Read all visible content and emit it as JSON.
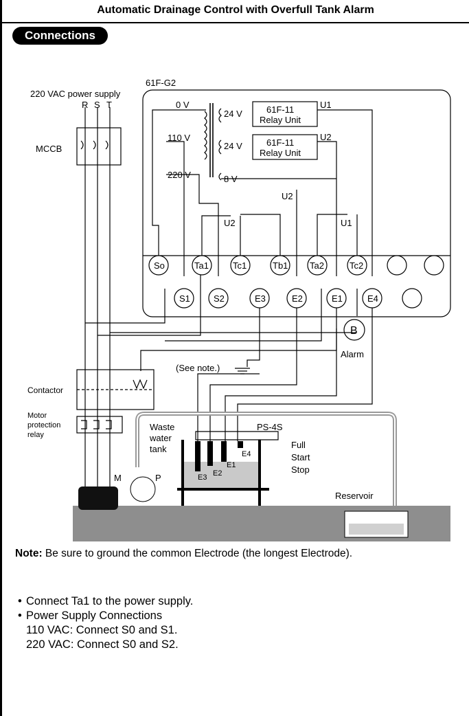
{
  "title": "Automatic Drainage Control with Overfull Tank Alarm",
  "section_badge": "Connections",
  "diagram": {
    "unit_model": "61F-G2",
    "power_supply_label": "220 VAC power supply",
    "phases": [
      "R",
      "S",
      "T"
    ],
    "mccb_label": "MCCB",
    "transformer_taps": [
      "0 V",
      "110 V",
      "220 V"
    ],
    "secondary_voltages": [
      "24 V",
      "24 V",
      "8 V"
    ],
    "relay_units": [
      {
        "name": "61F-11",
        "sub": "Relay Unit",
        "out": "U1"
      },
      {
        "name": "61F-11",
        "sub": "Relay Unit",
        "out": "U2"
      }
    ],
    "contact_labels": [
      "U2",
      "U2",
      "U1"
    ],
    "top_terminals": [
      "So",
      "Ta1",
      "Tc1",
      "Tb1",
      "Ta2",
      "Tc2"
    ],
    "bottom_terminals": [
      "S1",
      "S2",
      "E3",
      "E2",
      "E1",
      "E4"
    ],
    "alarm_symbol": "B",
    "alarm_label": "Alarm",
    "see_note": "(See note.)",
    "contactor_label": "Contactor",
    "motor_relay_label": [
      "Motor",
      "protection",
      "relay"
    ],
    "motor_label": "M",
    "pump_label": "P",
    "tank_label": [
      "Waste",
      "water",
      "tank"
    ],
    "holder_label": "PS-4S",
    "level_labels": [
      "Full",
      "Start",
      "Stop"
    ],
    "electrodes": [
      "E4",
      "E1",
      "E3",
      "E2"
    ],
    "reservoir_label": "Reservoir"
  },
  "note": {
    "prefix": "Note:",
    "text": "Be sure to ground the common Electrode (the longest Electrode)."
  },
  "bullets": {
    "b1": "Connect Ta1 to the power supply.",
    "b2": "Power Supply Connections",
    "b2_line1": "110 VAC: Connect S0 and S1.",
    "b2_line2": "220 VAC: Connect S0 and S2."
  }
}
